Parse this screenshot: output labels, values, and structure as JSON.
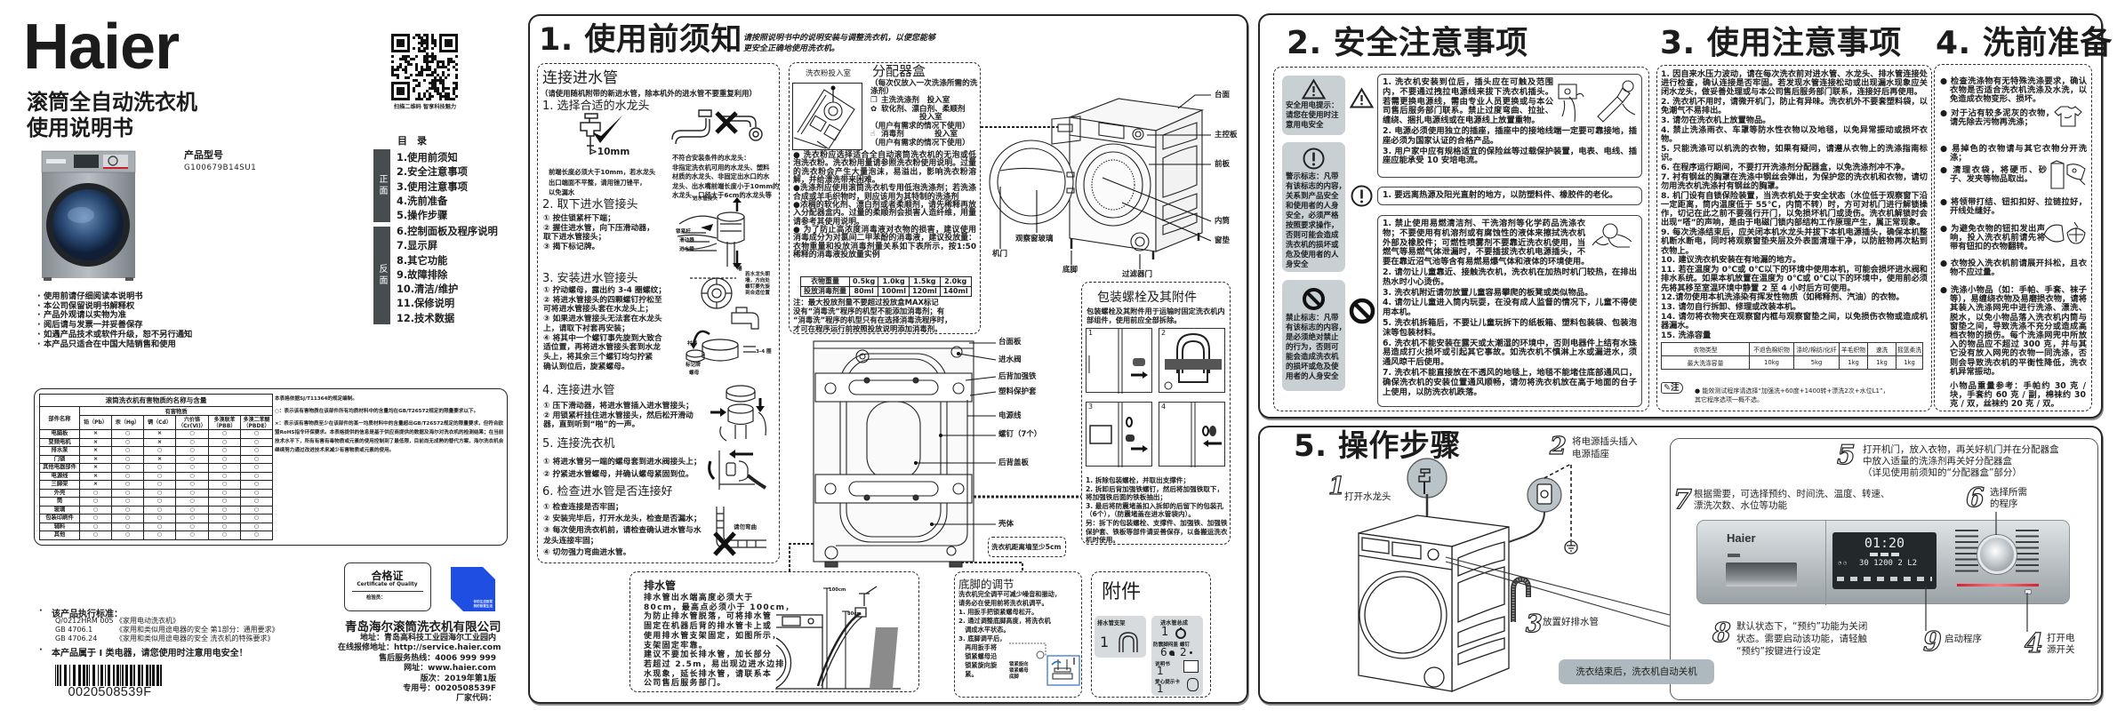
{
  "cover": {
    "brand_logo": "Haier",
    "qr_caption": "扫描二维码 智享科技魅力",
    "title_line1": "滚筒全自动洗衣机",
    "title_line2": "使用说明书",
    "model_label": "产品型号",
    "model_value": "G100679B14SU1",
    "toc_title": "目　录",
    "toc_groups": [
      {
        "label": "正面",
        "items": [
          "1.使用前须知",
          "2.安全注意事项",
          "3.使用注意事项",
          "4.洗前准备",
          "5.操作步骤"
        ]
      },
      {
        "label": "反面",
        "items": [
          "6.控制面板及程序说明",
          "7.显示屏",
          "8.其它功能",
          "9.故障排除",
          "10.清洁/维护",
          "11.保修说明",
          "12.技术数据"
        ]
      }
    ],
    "notes": [
      "使用前请仔细阅读本说明书",
      "本公司保留说明书解释权",
      "产品外观请以实物为准",
      "阅后请与发票一并妥善保存",
      "如遇产品技术或软件升级，恕不另行通知",
      "本产品只适合在中国大陆销售和使用"
    ]
  },
  "hazard_table": {
    "title": "滚筒洗衣机有害物质的名称与含量",
    "part_header": "部件名称",
    "substance_header": "有害物质",
    "columns": [
      "铅（Pb）",
      "汞（Hg）",
      "镉（Cd）",
      "六价铬（Cr(Ⅵ)）",
      "多溴联苯（PBB）",
      "多溴二苯醚（PBDE）"
    ],
    "rows": [
      {
        "part": "电脑板",
        "values": [
          "×",
          "○",
          "×",
          "○",
          "○",
          "○"
        ]
      },
      {
        "part": "变频电机",
        "values": [
          "×",
          "○",
          "×",
          "○",
          "○",
          "○"
        ]
      },
      {
        "part": "排水泵",
        "values": [
          "×",
          "○",
          "○",
          "○",
          "○",
          "○"
        ]
      },
      {
        "part": "门锁",
        "values": [
          "×",
          "○",
          "×",
          "○",
          "○",
          "○"
        ]
      },
      {
        "part": "其他电器部件",
        "values": [
          "×",
          "○",
          "○",
          "○",
          "○",
          "○"
        ]
      },
      {
        "part": "电源线",
        "values": [
          "×",
          "○",
          "○",
          "○",
          "○",
          "○"
        ]
      },
      {
        "part": "三脚架",
        "values": [
          "×",
          "○",
          "○",
          "○",
          "○",
          "○"
        ]
      },
      {
        "part": "外壳",
        "values": [
          "○",
          "○",
          "○",
          "○",
          "○",
          "○"
        ]
      },
      {
        "part": "筒",
        "values": [
          "○",
          "○",
          "○",
          "○",
          "○",
          "○"
        ]
      },
      {
        "part": "玻璃",
        "values": [
          "○",
          "○",
          "○",
          "○",
          "○",
          "○"
        ]
      },
      {
        "part": "包装印刷件",
        "values": [
          "○",
          "○",
          "○",
          "○",
          "○",
          "○"
        ]
      },
      {
        "part": "辅料",
        "values": [
          "○",
          "○",
          "○",
          "○",
          "○",
          "○"
        ]
      },
      {
        "part": "其他",
        "values": [
          "○",
          "○",
          "○",
          "○",
          "○",
          "○"
        ]
      }
    ],
    "notes": [
      "本表格依据SJ/T11364的规定编制。",
      "○：表示该有害物质在该部件所有均质材料中的含量均在GB/T26572规定的限量要求以下。",
      "×：表示该有害物质至少在该部件的某一均质材料中的含量超出GB/T26572规定的限量要求，但符合欧盟RoHS指令环保要求。本表格提供的信息是基于供应商提供的数据及海尔对洗衣机的检测结果；在当前技术水平下，所有有害有毒物质或元素的使用控制到了最低限，目前尚无成熟的替代方案，海尔洗衣机会继续努力通过改进技术来减少有害物质或元素的使用。"
    ]
  },
  "standards": {
    "title": "该产品执行标准：",
    "items": [
      {
        "code": "Q/0212HRM 005",
        "name": "《家用电动洗衣机》"
      },
      {
        "code": "GB 4706.1",
        "name": "《家用和类似用途电器的安全 第1部分：通用要求》"
      },
      {
        "code": "GB 4706.24",
        "name": "《家用和类似用途电器的安全 洗衣机的特殊要求》"
      }
    ],
    "warning": "本产品属于 I 类电器，请您使用时注意用电安全！"
  },
  "barcode": {
    "number": "0020508539F"
  },
  "certificate": {
    "title": "合格证",
    "subtitle": "Certificate of Quality",
    "inspector_label": "检验员："
  },
  "brand_badge": {
    "lines": [
      "你的生活智慧",
      "我的智慧生活"
    ],
    "color": "#1f4fe2"
  },
  "company": {
    "name": "青岛海尔滚筒洗衣机有限公司",
    "lines": [
      "地址：青岛高科技工业园海尔工业园内",
      "在线报修地址：http://service.haier.com",
      "售后服务热线：4006 999 999",
      "网址：www.haier.com",
      "版次：2019年第1版",
      "专用号：0020508539F",
      "厂家代码："
    ]
  },
  "section1": {
    "title": "1. 使用前须知",
    "subtitle": [
      "请按照说明书中的说明安装与调整洗衣机，以便您能够",
      "更安全正确地使用洗衣机。"
    ],
    "inlet": {
      "title": "连接进水管",
      "note": "（请使用随机附带的新进水管，除本机外的进水管不要重复利用）",
      "steps": [
        {
          "title": "1. 选择合适的水龙头",
          "ok_label": ">10mm",
          "ok_caption": [
            "前端长度必须大于10mm，若水龙头",
            "出口端面不平整，请用锉刀锉平，",
            "以免漏水"
          ],
          "bad_caption": [
            "不符合安装条件的水龙头：",
            "非指定洗衣机可用的水龙头、塑料",
            "材质的水龙头、非固定出水口的水",
            "龙头、出水嘴前端长度小于10mm的",
            "水龙头、口径大于6cm的水龙头等"
          ]
        },
        {
          "title": "2. 取下进水管接头",
          "lines": [
            "① 按住锁紧杆下端；",
            "② 握住进水管，向下压滑动器，",
            "取下进水管接头；",
            "③ 揭下标记牌。"
          ],
          "labels": [
            "进水管接头",
            "锁紧杆",
            "滑动器",
            "进水管"
          ]
        },
        {
          "title": "3. 安装进水管接头",
          "lines": [
            "① 拧动螺母，露出约 3-4 圈螺纹；",
            "② 将进水管接头的四颗螺钉拧松至",
            "可将进水管接头套在水龙头上；",
            "③ 如果进水管接头无法套在水龙头",
            "上，请取下衬套再安装；",
            "④ 将其中一个螺钉事先旋到大致合",
            "适位置，再将进水管接头套到水龙",
            "头上，将其余三个螺钉均匀拧紧",
            "确认到位后，旋紧螺母。"
          ],
          "labels": [
            "墙",
            "若水龙头朝墙，方向处螺钉要先旋到合适位置",
            "衬套",
            "3-4 圈",
            "标记牌",
            "螺母"
          ]
        },
        {
          "title": "4. 连接进水管",
          "lines": [
            "① 压下滑动器，将进水管插入进水管接头；",
            "② 用锁紧杆挂住进水管接头，然后松开滑动",
            "器，直到听到“啪”的一声。"
          ]
        },
        {
          "title": "5. 连接洗衣机",
          "lines": [
            "① 将进水管另一端的螺母套到进水阀接头上；",
            "② 拧紧进水管螺母，并确认螺母紧固到位。"
          ]
        },
        {
          "title": "6. 检查进水管是否连接好",
          "lines": [
            "① 检查连接是否牢固；",
            "② 安装完毕后，打开水龙头，检查是否漏水；",
            "③ 每次使用洗衣机前，请检查确认进水管与水",
            "龙头连接牢固；",
            "④ 切勿强力弯曲进水管。"
          ],
          "labels": [
            "请勿弯曲"
          ]
        }
      ]
    },
    "dispenser": {
      "drawer_label": "洗衣粉投入室",
      "title": "分配器盒",
      "note": "（每次仅放入一次洗涤所需的洗涤剂）",
      "compartments": [
        {
          "icon": "main-detergent-icon",
          "glyph": "❐",
          "lines": [
            "主洗洗涤剂　投入室"
          ],
          "hint": ""
        },
        {
          "icon": "softener-icon",
          "glyph": "✿",
          "lines": [
            "软化剂、漂白剂、柔顺剂",
            "　　　　　投入室"
          ],
          "hint": "（用户有需求的情况下使用）"
        },
        {
          "icon": "disinfectant-icon",
          "glyph": "☝",
          "lines": [
            "消毒剂　　　　投入室"
          ],
          "hint": "（用户有需求的情况下使用）"
        }
      ],
      "bullets": [
        "● 洗衣粉应选择适合全自动滚筒洗衣机的无泡或低泡洗衣粉。洗衣粉用量请参照洗衣粉使用说明。过量的洗衣粉会产生大量泡沫，易溢出，影响洗衣粉溶解，并给漂洗带来困难。",
        "●洗涤剂应使用滚筒洗衣机专用低泡洗涤剂；若洗涤合成或羊毛织物时，则应该用为其特制的洗涤剂",
        "●浓稠的软化剂、漂白剂或者柔顺剂，请先稀释再放入分配器盒内。过量的柔顺剂会损害人造纤维，用量请参考其使用说明。",
        "● 为了防止高浓度消毒液对衣物的损害，建议使用消毒成分为对氯间二甲苯酚的消毒液，建议投放量：衣物重量和投放消毒剂量关系如下表所示，按1:50稀释的消毒液投放量实例"
      ],
      "table": {
        "headers": [
          "衣物重量",
          "0.5kg",
          "1.0kg",
          "1.5kg",
          "2.0kg"
        ],
        "row": [
          "投放消毒剂量",
          "80ml",
          "100ml",
          "120ml",
          "140ml"
        ]
      },
      "notes": [
        "注：最大投放剂量不要超过投放盒MAX标记",
        "没有“消毒洗”程序的机型不能添加消毒剂；有",
        "“消毒洗”程序的机型只有在选择消毒洗程序时，",
        "才可在程序运行前按照投放说明添加消毒剂。"
      ]
    },
    "front_view": {
      "labels": {
        "top": "台面",
        "control_panel": "主控板",
        "front_panel": "前板",
        "inner_drum": "内筒",
        "door_seal": "窗垫",
        "filter_door": "过滤器门",
        "foot": "底脚",
        "window_glass": "观察窗玻璃",
        "door": "机门"
      }
    },
    "rear_view": {
      "labels": {
        "top_panel": "台面板",
        "inlet_valve": "进水阀",
        "rear_brace": "后背加强铁",
        "plastic_sleeve": "塑料保护套",
        "power_cord": "电源线",
        "screws": "螺钉（7个）",
        "rear_cover": "后背盖板",
        "cabinet": "壳体"
      },
      "wall_note": "洗衣机距离墙至少5cm"
    },
    "packaging": {
      "title": "包装螺栓及其附件",
      "description": "包装螺栓及其附件用于运输时固定洗衣机内部组件，使用前应全部拆除。",
      "panels": [
        "1",
        "2",
        "3",
        "4"
      ],
      "steps": [
        "1. 拆除包装螺栓，并取出支撑件；",
        "2. 拆卸后背加强铁螺钉，然后将加强铁取下，将加强铁后面的铁板抽出；",
        "3. 最后将防震堵盖扣入拆卸的后留下的包装孔（6个），（防震堵盖在进水管袋内）。",
        "另：拆下的包装螺栓、支撑件、加强铁、加强铁保护套、铁板等部件请妥善保存，以备搬运洗衣机时使用。"
      ]
    },
    "drain": {
      "title": "排水管",
      "lines": [
        "排水管出水端高度必须大于",
        "80cm，最高点必须小于 100cm，",
        "为防止排水管脱落，可将排水管",
        "固定在机器后背的排水管卡上或",
        "使用排水管支架固定，如图所示，",
        "支架固定牢靠。",
        "建议不要加长排水管，加长部分",
        "若超过 2.5m，易出现边进水边排",
        "水现象，延长排水管，请联系本",
        "公司售后服务部门。"
      ],
      "labels": [
        "100cm",
        "80cm"
      ]
    },
    "feet": {
      "title": "底脚的调节",
      "lines": [
        "洗衣机完全调平可减少噪音和振动，",
        "请务必在使用前将洗衣机调平。",
        "1. 用扳手把锁紧螺母松开。",
        "2. 通过调整底脚高度，将洗衣机",
        "　调成水平状态。",
        "3. 底脚调平后，",
        "　再用扳手将",
        "　锁紧螺母沿",
        "　锁紧旋向旋",
        "　紧。"
      ],
      "labels": [
        "锁紧旋向",
        "锁紧螺母",
        "底脚"
      ]
    },
    "accessories": {
      "title": "附件",
      "items": [
        {
          "name": "排水管支架",
          "qty": "1"
        },
        {
          "name": "进水管总成",
          "qty": "1"
        },
        {
          "name": "防震脚闷盖 螺钉",
          "qty": "6",
          "qty2": "2"
        },
        {
          "name": "说明书",
          "qty": "1"
        },
        {
          "name": "爱心提示卡",
          "qty": "1"
        }
      ]
    }
  },
  "section2": {
    "title": "2. 安全注意事项",
    "legend": [
      {
        "icon": "warning-triangle-icon",
        "lines": [
          "安全用电提示：",
          "请您在使用时注",
          "意用电安全"
        ]
      },
      {
        "icon": "exclamation-circle-icon",
        "lines": [
          "警示标志：凡带",
          "有该标志的内容，",
          "关系到产品安全",
          "和使用者的人身",
          "安全，必须严格",
          "按照要求操作，",
          "否则可能会造成",
          "洗衣机的损坏或",
          "危及使用者的人",
          "身安全"
        ]
      },
      {
        "icon": "prohibition-icon",
        "lines": [
          "禁止标志：凡带",
          "有该标志的内容，",
          "是必须绝对禁止",
          "的行为，否则可",
          "能会造成洗衣机",
          "的损坏或危及使",
          "用者的人身安全"
        ]
      }
    ],
    "groups": [
      {
        "icon": "warning-triangle-icon",
        "items": [
          "1. 洗衣机安装到位后，插头应在可触及范围内，不要通过拽拉电源线来拔下洗衣机插头。若需更换电源线，需由专业人员更换或与本公司售后服务部门联系。禁止过度弯曲、拉扯、缠绕、捆扎电源线或在电源线上放置重物。",
          "2. 电源必须使用独立的插座，插座中的接地线端一定要可靠接地，插座必须为国家认证的合格产品。",
          "3. 用户家中应有规格适宜的保险丝等过载保护装置，电表、电线、插座应能承受 10 安培电流。"
        ]
      },
      {
        "icon": "exclamation-circle-icon",
        "items": [
          "1. 要远离热源及阳光直射的地方，以防塑料件、橡胶件的老化。"
        ]
      },
      {
        "icon": "prohibition-icon",
        "items": [
          "1. 禁止使用易燃清洁剂、干洗溶剂等化学药品洗涤衣物；不要使用有机溶剂或有腐蚀性的液体来擦拭洗衣机外部及橡胶件；可燃性喷雾剂不要靠近洗衣机使用，当燃气等易燃气体泄漏时，不要插拔洗衣机电源插头，不要在靠近沼气池等含有易燃易爆气体和液体的环境使用。",
          "2. 请勿让儿童靠近、接触洗衣机，洗衣机在加热时机门较热，在排出热水时小心烫伤。",
          "3. 洗衣机附近请勿放置儿童容易攀爬的板凳或类似物品。",
          "4. 请勿让儿童进入筒内玩耍，在没有成人监督的情况下，儿童不得使用本机。",
          "5. 洗衣机拆箱后，不要让儿童玩拆下的纸板箱、塑料包装袋、包装泡沫等包装材料。",
          "6. 洗衣机不能安装在露天或太潮湿的环境中，否则电器件上结有水珠易造成打火损坏或引起其它事故。如洗衣机不慎淋上水或漏进水，须通风晾干后使用。",
          "7. 洗衣机不能直接放在不透风的地毯上，地毯不能堵住底部通风口，确保洗衣机的安装位置通风顺畅，请勿将洗衣机放在高于地面的台子上使用，以防洗衣机跌落。"
        ]
      }
    ]
  },
  "section3": {
    "title": "3. 使用注意事项",
    "items": [
      "1. 因自来水压力波动，请在每次洗衣前对进水管、水龙头、排水管连接处进行检查，确认连接是否牢固。若发现水管连接松动或出现漏水现象应关闭水龙头，做妥善处理或与本公司售后服务部门联系，连接好后再使用。",
      "2. 洗衣机不用时，请微开机门，防止有异味。洗衣机外不要套塑料袋，以免潮气不易排出。",
      "3. 请勿在洗衣机上放置物品。",
      "4. 禁止洗涤雨衣、车罩等防水性衣物以及地毯，以免异常振动或损坏衣物。",
      "5. 只能洗涤可以机洗的衣物，如果有疑问，请遵从衣物上的洗涤指南标识。",
      "6. 在程序运行期间，不要打开洗涤剂分配器盒，以免洗涤剂冲不净。",
      "7. 衬有钢丝的胸罩在洗涤中钢丝会弹出，为保护您的洗衣机和衣物，请切勿用洗衣机洗涤衬有钢丝的胸罩。",
      "8. 机门设有自锁保险装置，当洗衣机处于安全状态（水位低于观察窗下沿一定距离，筒内温度低于 55℃，内筒不转）时，方可对机门进行解锁操作，切记在此之前不要强行开门，以免损坏机门或烫伤。洗衣机解锁时会出现“嗒”的声响，是由于电磁门锁内部结构工作原理产生，属正常现象。",
      "9. 每次洗涤结束后，应关闭本机水龙头并拔下本机电源插头，确保本机整机断水断电，同时将观察窗垫夹层及外表面清理干净，以防脏物再次粘到衣物上。",
      "10. 建议洗衣机安装在有地漏的地方。",
      "11. 若在温度为 0℃或 0℃以下的环境中使用本机，可能会损坏进水阀和排水系统。如果本机放置在温度为 0℃或 0℃以下的环境中，使用前必须先将其移至室温环境中静置 2 至 4 小时后方可使用。",
      "12.请勿使用本机洗涤染有挥发性物质（如稀释剂、汽油）的衣物。",
      "13. 请勿自行拆卸、修理或改装本机。",
      "14. 请勿将衣物夹在观察窗内框与观察窗垫之间，以免损伤衣物或造成机器漏水。",
      "15. 洗涤容量"
    ],
    "capacity_table": {
      "headers": [
        "衣物类型",
        "不退色棉织物",
        "涤纶/棉纺/化纤",
        "羊毛织物",
        "速洗",
        "摇篮柔洗"
      ],
      "row": [
        "最大洗涤容量",
        "10kg",
        "5kg",
        "1kg",
        "1kg",
        "1kg"
      ]
    },
    "note_badge": "注",
    "note_lines": [
      "● 能效测试程序请选择“加强洗+60度+1400转+漂洗2次+水位L1”，",
      "其它程序选项一概不选。"
    ]
  },
  "section4": {
    "title": "4. 洗前准备",
    "items": [
      "● 检查洗涤物有无特殊洗涤要求，确认衣物是否适合洗衣机洗涤及水洗，以免造成衣物变形、损坏。",
      "● 对于沾有较多泥灰的衣物，请先除去污物再洗涤；",
      "● 易掉色的衣物请与其它衣物分开洗涤；",
      "● 清理衣袋，将硬币、砂子、发夹等物品取出。",
      "● 将领带打结、钮扣扣好、拉链拉好，开线处缝好。",
      "● 为避免衣物的钮扣发出声响，投入洗衣机前请先将带有钮扣的衣物翻转。",
      "● 衣物投入洗衣机前请展开抖松，且衣物不应过量。",
      "● 洗涤小物品（如：手帕、手套、袜子等），易缠绕衣物及易磨损衣物，请将其装入洗涤网兜中进行洗涤、漂洗、脱水，以免小物品落入洗衣机内筒与窗垫之间，导致洗涤不充分或造成高档衣物的损伤。每个洗涤网兜中所放入的物品应不超过 300 克，并与其它没有放入网兜的衣物一同洗涤，否则会导致洗衣机的平衡性降低，洗衣机异常振动。"
    ],
    "weight_reference": "小物品重量参考：手帕约 30 克 / 块，手套约 60 克 / 副，棉袜约 30 克 / 双，丝袜约 20 克 / 双。"
  },
  "section5": {
    "title": "5. 操作步骤",
    "steps": [
      {
        "num": "1",
        "lines": [
          "打开水龙头"
        ]
      },
      {
        "num": "2",
        "lines": [
          "将电源插头插入",
          "电源插座"
        ]
      },
      {
        "num": "3",
        "lines": [
          "放置好排水管"
        ]
      },
      {
        "num": "4",
        "lines": [
          "打开电",
          "源开关"
        ]
      },
      {
        "num": "5",
        "lines": [
          "打开机门，放入衣物，再关好机门并在分配器盒",
          "中放入适量的洗涤剂再关好分配器盒",
          "（详见使用前须知的“分配器盒”部分）"
        ]
      },
      {
        "num": "6",
        "lines": [
          "选择所需",
          "的程序"
        ]
      },
      {
        "num": "7",
        "lines": [
          "根据需要，可选择预约、时间洗、温度、转速、",
          "漂洗次数、水位等功能"
        ]
      },
      {
        "num": "8",
        "lines": [
          "默认状态下，“预约”功能为关闭",
          "状态。需要启动该功能，请轻触",
          "“预约”按键进行设定"
        ]
      },
      {
        "num": "9",
        "lines": [
          "启动程序"
        ]
      }
    ],
    "banner": "洗衣结束后，洗衣机自动关机",
    "panel": {
      "brand": "Haier",
      "display_time": "01:20",
      "display_temp": "30",
      "display_speed": "1200",
      "display_rinse": "2",
      "display_level": "L2",
      "accent_color": "#d4202c"
    }
  }
}
